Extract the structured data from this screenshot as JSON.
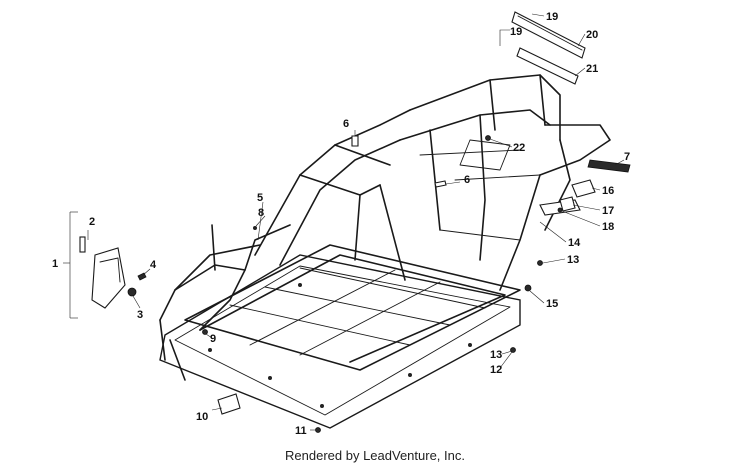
{
  "callouts": {
    "c1": "1",
    "c2": "2",
    "c3": "3",
    "c4": "4",
    "c5": "5",
    "c6a": "6",
    "c6b": "6",
    "c7": "7",
    "c8": "8",
    "c9": "9",
    "c10": "10",
    "c11": "11",
    "c12": "12",
    "c13a": "13",
    "c13b": "13",
    "c14": "14",
    "c15": "15",
    "c16": "16",
    "c17": "17",
    "c18": "18",
    "c19a": "19",
    "c19b": "19",
    "c20": "20",
    "c21": "21",
    "c22": "22"
  },
  "footer": "Rendered by LeadVenture, Inc."
}
